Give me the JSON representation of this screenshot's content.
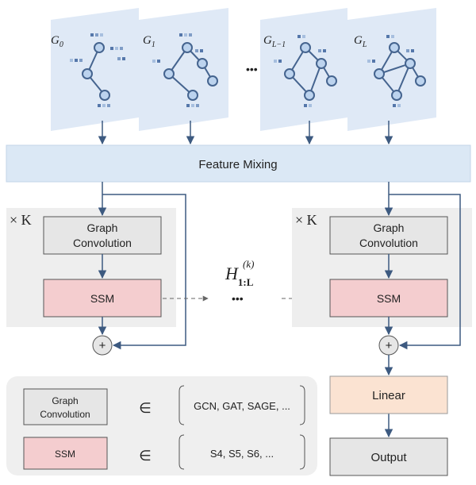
{
  "graphs": [
    {
      "label_base": "G",
      "label_sub": "0"
    },
    {
      "label_base": "G",
      "label_sub": "1"
    },
    {
      "label_base": "G",
      "label_sub": "L−1"
    },
    {
      "label_base": "G",
      "label_sub": "L"
    }
  ],
  "graph_ellipsis": "•••",
  "feature_mixing": "Feature Mixing",
  "block_repeat": "× K",
  "graph_conv": {
    "line1": "Graph",
    "line2": "Convolution"
  },
  "ssm": "SSM",
  "plus": "+",
  "hidden": {
    "base": "H",
    "sub": "1:L",
    "sup": "(k)"
  },
  "middle_ellipsis": "•••",
  "linear": "Linear",
  "output": "Output",
  "legend": {
    "gc_line1": "Graph",
    "gc_line2": "Convolution",
    "ssm": "SSM",
    "member_symbol": "∈",
    "gc_options": "GCN, GAT, SAGE, ...",
    "ssm_options": "S4, S5, S6, ..."
  },
  "colors": {
    "graph_panel": "#dfe9f6",
    "feature_mixing": "#dbe8f5",
    "block_bg": "#eeeeee",
    "graph_conv": "#e6e6e6",
    "ssm": "#f4cdcf",
    "linear": "#fbe3d2",
    "output": "#e6e6e6",
    "legend_bg": "#efefef",
    "node": "#bcd3ee",
    "edge": "#45648f"
  }
}
